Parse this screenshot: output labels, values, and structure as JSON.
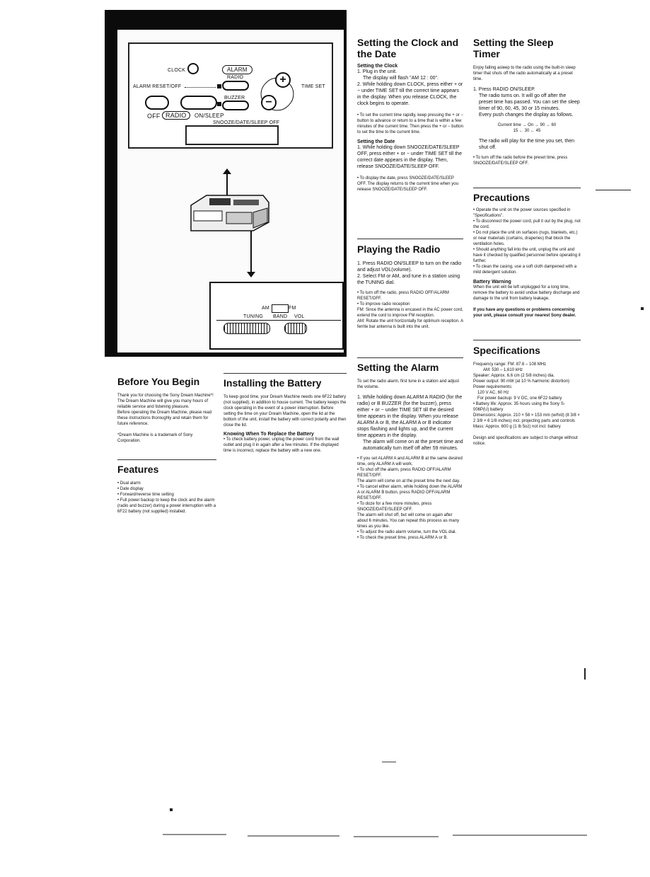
{
  "diagram": {
    "clock_label": "CLOCK",
    "alarm_label": "ALARM",
    "radio_label": "RADIO",
    "alarm_reset_label": "ALARM RESET/OFF",
    "buzzer_label": "BUZZER",
    "time_set_label": "TIME SET",
    "off_label": "OFF",
    "radio_box_label": "RADIO",
    "on_sleep_label": "ON/SLEEP",
    "snooze_label": "SNOOZE/DATE/SLEEP OFF",
    "plus_label": "+",
    "minus_label": "−",
    "am_label": "AM",
    "fm_label": "FM",
    "tuning_label": "TUNING",
    "band_label": "BAND",
    "vol_label": "VOL"
  },
  "before": {
    "title": "Before You Begin",
    "p1": "Thank you for choosing the Sony Dream Machine*! The Dream Machine will give you many hours of reliable service and listening pleasure.",
    "p2": "Before operating the Dream Machine, please read these instructions thoroughly and retain them for future reference.",
    "p3": "*Dream Machine is a trademark of Sony Corporation."
  },
  "features": {
    "title": "Features",
    "items": [
      "• Dual alarm",
      "• Date display",
      "• Forward/reverse time setting",
      "• Full power backup to keep the clock and the alarm (radio and buzzer) during a power interruption with a 6F22 battery (not supplied) installed."
    ]
  },
  "battery": {
    "title": "Installing the Battery",
    "p1": "To keep good time, your Dream Machine needs one 6F22 battery (not supplied), in addition to house current. The battery keeps the clock operating in the event of a power interruption. Before setting the time on your Dream Machine, open the lid at the bottom of the unit, install the battery with correct polarity and then close the lid.",
    "knowing": "Knowing When To Replace the Battery",
    "p2": "• To check battery power, unplug the power cord from the wall outlet and plug it in again after a few minutes. If the displayed time is incorrect, replace the battery with a new one."
  },
  "clock": {
    "title1": "Setting the Clock and",
    "title2": "the Date",
    "sub1": "Setting the Clock",
    "s1": "1. Plug in the unit.",
    "s1b": "The display will flash \"AM 12 : 00\".",
    "s2": "2. While holding down CLOCK, press either + or − under TIME SET till the correct time appears in the display. When you release CLOCK, the clock begins to operate.",
    "n1": "• To set the current time rapidly, keep pressing the + or − button to advance or return to a time that is within a few minutes of the current time. Then press the + or − button to set the time to the current time.",
    "sub2": "Setting the Date",
    "s3": "1. While holding down SNOOZE/DATE/SLEEP OFF, press either + or − under TIME SET till the correct date appears in the display. Then, release SNOOZE/DATE/SLEEP OFF.",
    "n2": "• To display the date, press SNOOZE/DATE/SLEEP OFF. The display returns to the current time when you release SNOOZE/DATE/SLEEP OFF."
  },
  "radio": {
    "title": "Playing the Radio",
    "s1": "1. Press RADIO ON/SLEEP to turn on the radio and adjust VOL(volume).",
    "s2": "2. Select FM or AM, and tune in a station using the TUNING dial.",
    "n1": "• To turn off the radio, press RADIO OFF/ALARM RESET/OFF.",
    "n2": "• To improve radio reception",
    "n3": "FM: Since the antenna is encased in the AC power cord, extend the cord to improve FM reception.",
    "n4": "AM: Rotate the unit horizontally for optimum reception. A ferrite bar antenna is built into the unit."
  },
  "alarm": {
    "title": "Setting the Alarm",
    "intro": "To set the radio alarm, first tune in a station and adjust the volume.",
    "s1": "1. While holding down ALARM A RADIO (for the radio) or B BUZZER (for the buzzer), press either + or − under TIME SET till the desired time appears in the display. When you release ALARM A or B, the ALARM A or B indicator stops flashing and lights up, and the current time appears in the display.",
    "s1b": "The alarm will come on at the preset time and automatically turn itself off after 59 minutes.",
    "notes": [
      "• If you set ALARM A and ALARM B at the same desired time, only ALARM A will work.",
      "• To shut off the alarm, press RADIO OFF/ALARM RESET/OFF.",
      "The alarm will come on at the preset time the next day.",
      "• To cancel either alarm, while holding down the ALARM A or ALARM B button, press RADIO OFF/ALARM RESET/OFF.",
      "• To doze for a few more minutes, press SNOOZE/DATE/SLEEP OFF.",
      "The alarm will shut off, but will come on again after about 6 minutes. You can repeat this process as many times as you like.",
      "• To adjust the radio alarm volume, turn the VOL dial.",
      "• To check the preset time, press ALARM A or B."
    ]
  },
  "sleep": {
    "title": "Setting the Sleep Timer",
    "intro": "Enjoy falling asleep to the radio using the built-in sleep timer that shuts off the radio automatically at a preset time.",
    "s1": "1. Press RADIO ON/SLEEP.",
    "s1b": "The radio turns on. It will go off after the preset time has passed. You can set the sleep timer of 90, 60, 45, 30 or 15 minutes.",
    "s1c": "Every push changes the display as follows.",
    "cycle1": "Current time → On → 90 → 60",
    "cycle2": "15 ← 30 ← 45",
    "after": "The radio will play for the time you set, then shut off.",
    "note": "• To turn off the radio before the preset time, press SNOOZE/DATE/SLEEP OFF."
  },
  "precautions": {
    "title": "Precautions",
    "items": [
      "• Operate the unit on the power sources specified in \"Specifications\".",
      "• To disconnect the power cord, pull it out by the plug, not the cord.",
      "• Do not place the unit on surfaces (rugs, blankets, etc.) or near materials (curtains, draperies) that block the ventilation holes.",
      "• Should anything fall into the unit, unplug the unit and have it checked by qualified personnel before operating it further.",
      "• To clean the casing, use a soft cloth dampened with a mild detergent solution."
    ],
    "battery_warning": "Battery Warning",
    "bw_text": "When the unit will be left unplugged for a long time, remove the battery to avoid undue battery discharge and damage to the unit from battery leakage.",
    "help": "If you have any questions or problems concerning your unit, please consult your nearest Sony dealer."
  },
  "specs": {
    "title": "Specifications",
    "lines": [
      "Frequency range: FM: 87.6 – 108 MHz",
      "AM: 530 – 1,610 kHz",
      "Speaker: Approx. 6.6 cm (2 5/8 inches) dia.",
      "Power output: 90 mW (at 10 % harmonic distortion)",
      "Power requirements:",
      "120 V AC, 60 Hz",
      "For power backup: 9 V DC, one 6F22 battery",
      "• Battery life: Approx. 35 hours using the Sony S-006P(U) battery",
      "Dimensions: Approx. 210 × 58 × 153 mm (w/h/d) (8 3/8 × 2 3/8 × 6 1/8 inches) incl. projecting parts and controls",
      "Mass: Approx. 600 g (1 lb 5oz) not incl. battery"
    ],
    "footer": "Design and specifications are subject to change without notice."
  }
}
